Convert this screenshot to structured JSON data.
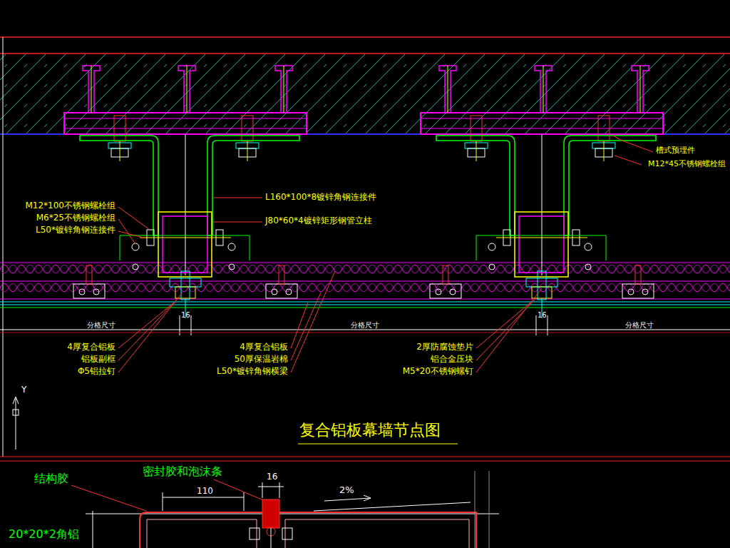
{
  "diagram": {
    "title": "复合铝板幕墙节点图",
    "labels": [
      "槽式预埋件",
      "M12*45不锈钢螺栓组",
      "L160*100*8镀锌角钢连接件",
      "J80*60*4镀锌矩形钢管立柱",
      "M12*100不锈钢螺栓组",
      "M6*25不锈钢螺栓组",
      "L50*镀锌角钢连接件",
      "分格尺寸",
      "分格尺寸",
      "分格尺寸",
      "16",
      "16",
      "4厚复合铝板",
      "铝板副框",
      "Φ5铝拉钉",
      "4厚复合铝板",
      "50厚保温岩棉",
      "L50*镀锌角钢横梁",
      "2厚防腐蚀垫片",
      "铝合金压块",
      "M5*20不锈钢螺钉",
      "Y",
      "结构胶",
      "密封胶和泡沫条",
      "110",
      "16",
      "2%",
      "20*20*2角铝"
    ]
  }
}
